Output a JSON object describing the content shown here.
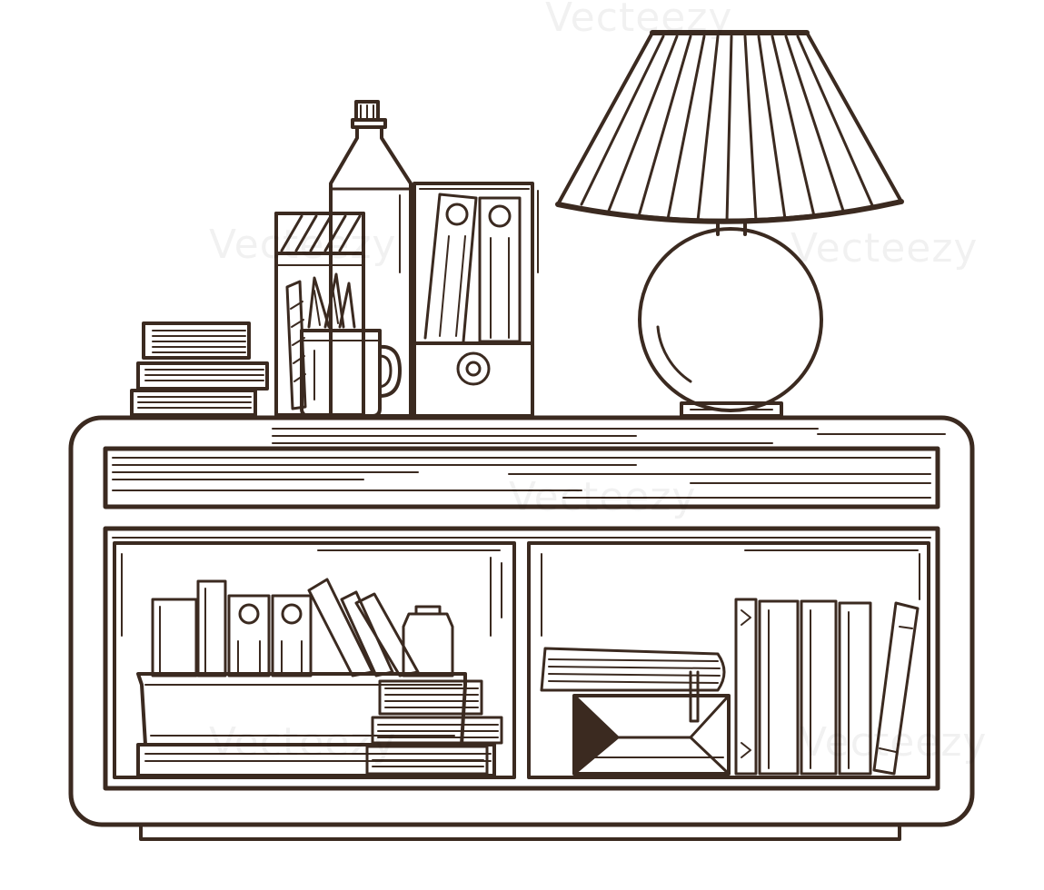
{
  "illustration": {
    "style": "monochrome line art",
    "subject": "sideboard with table lamp, books and stationery"
  },
  "colors": {
    "ink": "#3b2a20",
    "paper": "#ffffff"
  },
  "watermark": {
    "text": "Vecteezy"
  }
}
